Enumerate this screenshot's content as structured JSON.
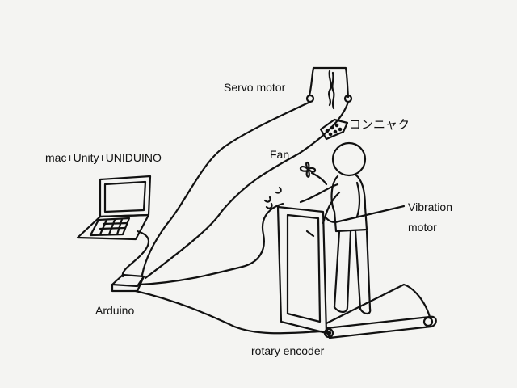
{
  "labels": {
    "servo_motor": "Servo motor",
    "konnyaku": "コンニャク",
    "mac_unity": "mac+Unity+UNIDUINO",
    "fan": "Fan",
    "vibration_line1": "Vibration",
    "vibration_line2": "motor",
    "arduino": "Arduino",
    "rotary_encoder": "rotary encoder"
  },
  "colors": {
    "background": "#f4f4f2",
    "ink": "#111111"
  }
}
